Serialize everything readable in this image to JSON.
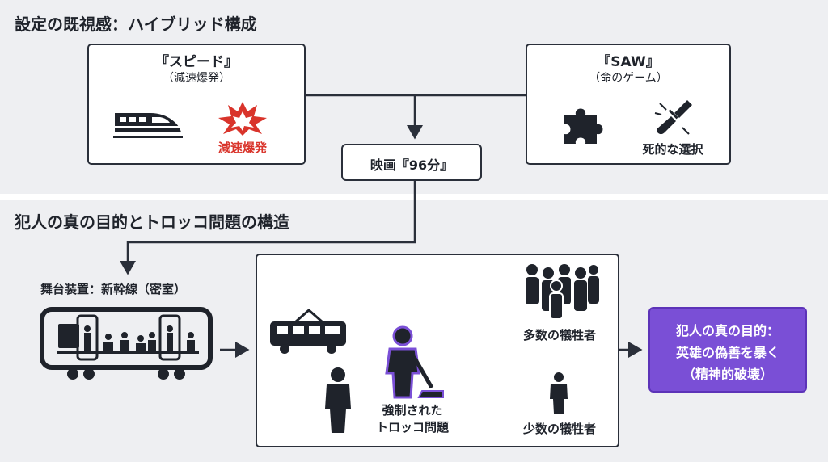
{
  "top": {
    "heading": "設定の既視感：ハイブリッド構成",
    "speed": {
      "title": "『スピード』",
      "subtitle": "（減速爆発）",
      "explosion_label": "減速爆発"
    },
    "saw": {
      "title": "『SAW』",
      "subtitle": "（命のゲーム）",
      "choice_label": "死的な選択"
    },
    "movie": {
      "label": "映画『96分』"
    }
  },
  "bottom": {
    "heading": "犯人の真の目的とトロッコ問題の構造",
    "stage_label": "舞台装置：新幹線（密室）",
    "many_victims": "多数の犠牲者",
    "few_victims": "少数の犠牲者",
    "forced_line1": "強制された",
    "forced_line2": "トロッコ問題",
    "purpose": {
      "line1": "犯人の真の目的：",
      "line2": "英雄の偽善を暴く",
      "line3": "（精神的破壊）"
    }
  },
  "colors": {
    "accent_purple": "#7a4fd6",
    "danger_red": "#d9342b",
    "ink": "#1f232b"
  },
  "icons": [
    "bullet-train-icon",
    "explosion-icon",
    "puzzle-icon",
    "broken-sword-icon",
    "train-car-icon",
    "tram-icon",
    "person-at-lever-icon",
    "person-icon",
    "crowd-icon"
  ]
}
